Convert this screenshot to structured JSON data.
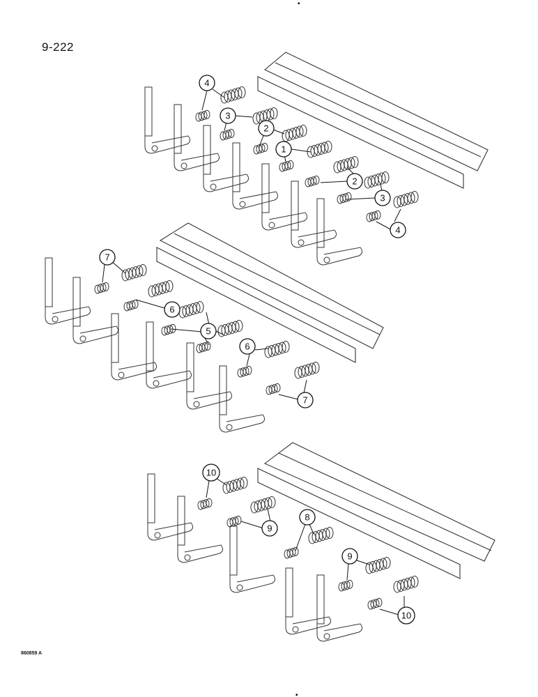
{
  "page": {
    "number": "9-222",
    "figure_code": "860859 A"
  },
  "callouts": {
    "top": [
      "4",
      "3",
      "2",
      "1",
      "2",
      "3",
      "4"
    ],
    "middle": [
      "7",
      "6",
      "5",
      "6",
      "7"
    ],
    "bottom": [
      "10",
      "9",
      "8",
      "9",
      "10"
    ]
  },
  "marks": {
    "top_center": "▪",
    "bottom_center": "▪"
  }
}
